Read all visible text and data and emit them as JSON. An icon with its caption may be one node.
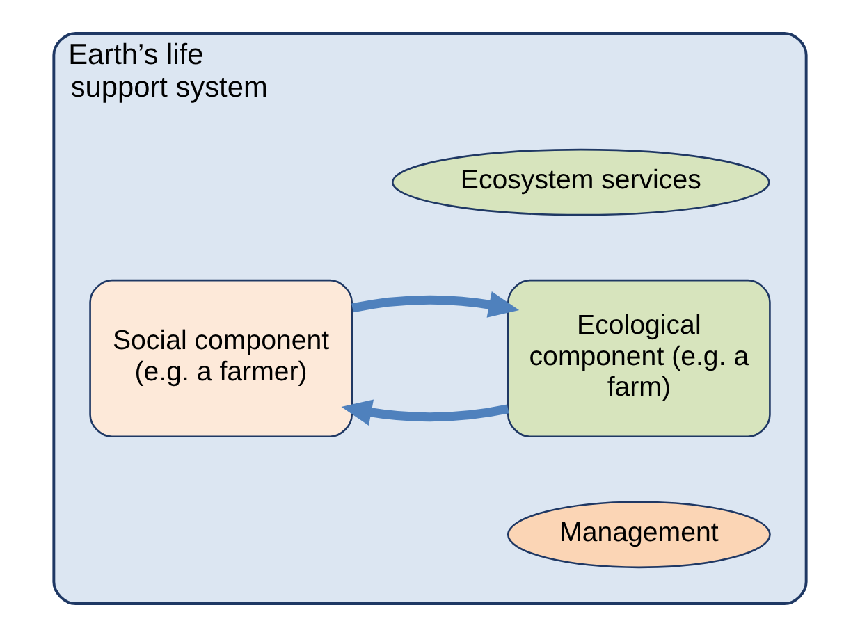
{
  "diagram": {
    "nodes": [
      {
        "text": [
          "Earth’s life support system"
        ]
      },
      {
        "text": [
          "Ecosystem services"
        ],
        "in": 0
      },
      {
        "text": [
          "Ecological component (e.g. a farm)"
        ],
        "in": 0
      },
      {
        "text": [
          "Social component (e.g. a farmer)"
        ],
        "in": 0
      },
      {
        "text": [
          "Management"
        ],
        "in": 0
      }
    ],
    "edges": [
      {
        "from": 2,
        "to": 3,
        "arrow": "to"
      },
      {
        "from": 3,
        "to": 2,
        "arrow": "to"
      }
    ]
  }
}
